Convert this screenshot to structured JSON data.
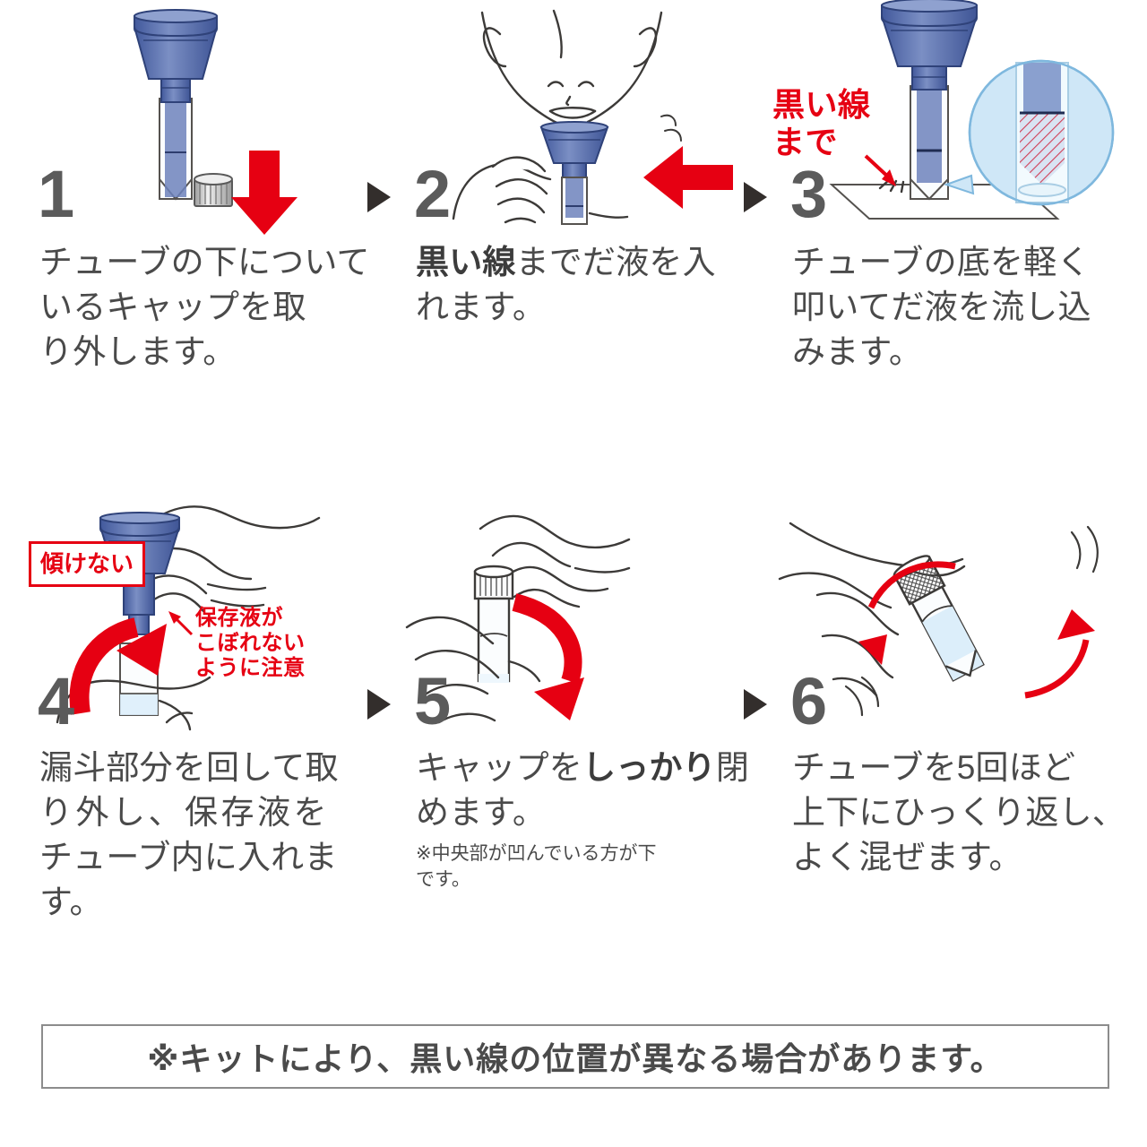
{
  "colors": {
    "red": "#e60012",
    "funnel_blue": "#5570ae",
    "funnel_blue_light": "#8396c8",
    "liquid_blue": "#d7e8f5",
    "bubble_blue": "#cfe7f7",
    "number_gray": "#5b5b5b",
    "text_gray": "#4a4a4a",
    "line_gray": "#3c3a38",
    "cap_gray": "#d6d6d6"
  },
  "steps": [
    {
      "number": "1",
      "text_html": "チューブの下について<br>いるキャップを取<br>り外します。",
      "art_name": "tube-with-funnel-and-cap",
      "annotations": []
    },
    {
      "number": "2",
      "text_html": "<b>黒い線</b>までだ液を入<br>れます。",
      "art_name": "person-spitting-into-funnel",
      "annotations": []
    },
    {
      "number": "3",
      "text_html": "チューブの底を軽く<br>叩いてだ液を流し込<br>みます。",
      "art_name": "tapping-tube-bottom-with-magnifier",
      "annotations": [
        {
          "name": "black-line-callout",
          "line1": "黒い線",
          "line2": "まで"
        }
      ]
    },
    {
      "number": "4",
      "text_html": "漏斗部分を回して取<br><span class=\"spaced\">り外し、保存液を</span><br>チューブ内に入れま<br>す。",
      "art_name": "removing-funnel-from-tube",
      "annotations": [
        {
          "name": "do-not-tilt-warning",
          "text": "傾けない"
        },
        {
          "name": "do-not-spill-warning",
          "line1": "保存液が",
          "line2": "こぼれない",
          "line3": "ように注意"
        }
      ]
    },
    {
      "number": "5",
      "text_html": "キャップを<b>しっかり</b>閉<br>めます。",
      "note_html": "※中央部が凹んでいる方が下<br>です。",
      "art_name": "closing-cap-with-two-hands",
      "annotations": []
    },
    {
      "number": "6",
      "text_html": "チューブを5回ほど<br>上下にひっくり返し、<br>よく混ぜます。",
      "art_name": "inverting-tube-to-mix",
      "annotations": []
    }
  ],
  "footer": {
    "text": "※キットにより、黒い線の位置が異なる場合があります。"
  }
}
